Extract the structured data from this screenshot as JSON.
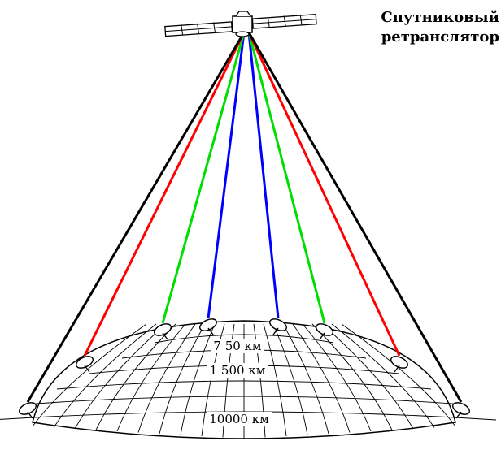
{
  "satellite": {
    "label_line1": "Спутниковый",
    "label_line2": "ретранслятор"
  },
  "distances": [
    {
      "label": "7 50 км",
      "beam_color": "#0000ff",
      "beam_id": "blue"
    },
    {
      "label": "1 500 км",
      "beam_color": "#00dd00",
      "beam_id": "green"
    },
    {
      "label": "10000 км",
      "beam_color": "#000000",
      "beam_id": "black"
    }
  ],
  "beams": [
    {
      "id": "blue",
      "color": "#0000ff"
    },
    {
      "id": "green",
      "color": "#00dd00"
    },
    {
      "id": "red",
      "color": "#ff0000"
    },
    {
      "id": "black",
      "color": "#000000"
    }
  ]
}
